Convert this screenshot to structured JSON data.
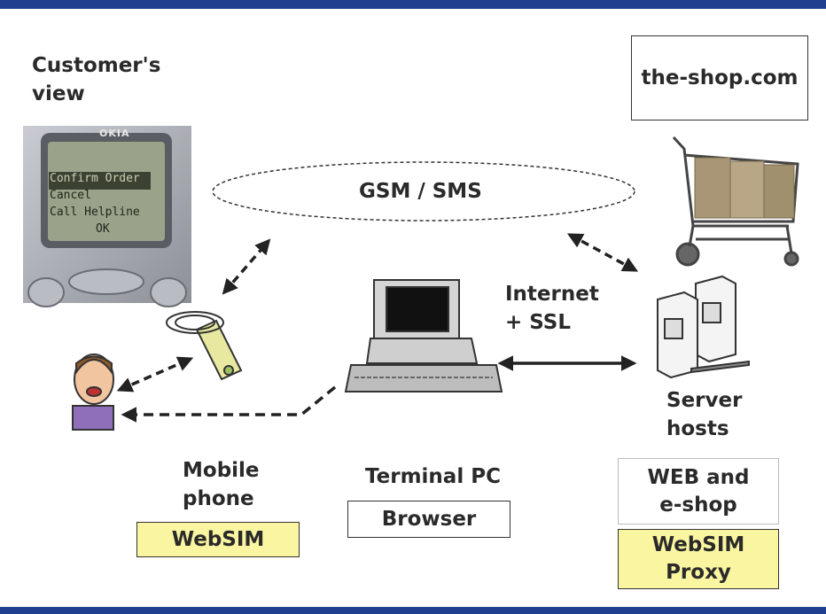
{
  "labels": {
    "customers_view": "Customer's view",
    "gsm_sms": "GSM / SMS",
    "internet_ssl_line1": "Internet",
    "internet_ssl_line2": "+ SSL",
    "server_hosts_line1": "Server",
    "server_hosts_line2": "hosts",
    "mobile_phone_line1": "Mobile",
    "mobile_phone_line2": "phone",
    "terminal_pc": "Terminal PC"
  },
  "boxes": {
    "shop": "the-shop.com",
    "websim": "WebSIM",
    "browser": "Browser",
    "web_eshop_line1": "WEB and",
    "web_eshop_line2": "e-shop",
    "proxy_line1": "WebSIM",
    "proxy_line2": "Proxy"
  },
  "phone_screen": {
    "items": [
      "Confirm Order",
      "Cancel",
      "Call Helpline"
    ],
    "ok": "OK",
    "brand": "OKIA"
  },
  "colors": {
    "frame_bar": "#1f3f8f",
    "highlight_box": "#faf5a0",
    "phone_screen": "#9aa38a"
  }
}
